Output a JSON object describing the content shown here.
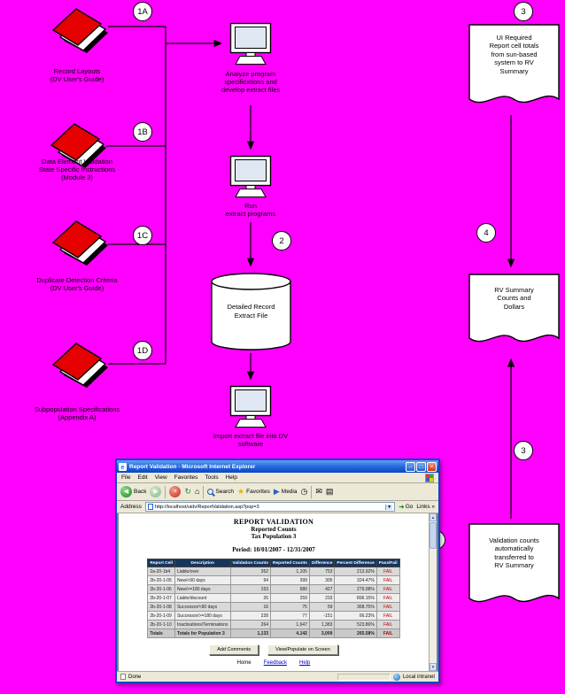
{
  "palette": {
    "background": "#ff00ff",
    "book_red": "#e60000",
    "table_header_navy": "#16365c",
    "fail_red": "#c00000",
    "titlebar_blue": "#0a46c8"
  },
  "flow": {
    "badges": {
      "b1a": "1A",
      "b1b": "1B",
      "b1c": "1C",
      "b1d": "1D",
      "b2": "2",
      "b3_top": "3",
      "b4": "4",
      "b3_mid": "3"
    },
    "books": [
      {
        "label": "Record Layouts\n(DV User's Guide)"
      },
      {
        "label": "Data Element Validation\nState Specific Instructions\n(Module 3)"
      },
      {
        "label": "Duplicate Detection Criteria\n(DV User's Guide)"
      },
      {
        "label": "Subpopulation Specifications\n(Appendix A)"
      }
    ],
    "steps": {
      "analyze": "Analyze program\nspecifications and\ndevelop extract files",
      "run": "Run\nextract programs",
      "extract": "Detailed Record\nExtract File",
      "import": "Import extract file into DV\nsoftware"
    },
    "docs": [
      {
        "label": "UI Required\nReport cell totals\nfrom sun-based\nsystem to RV\nSummary"
      },
      {
        "label": "RV Summary\nCounts and\nDollars"
      },
      {
        "label": "Validation counts\nautomatically\ntransferred to\nRV Summary"
      }
    ]
  },
  "browser": {
    "title": "Report Validation - Microsoft Internet Explorer",
    "window_buttons": {
      "minimize": "–",
      "maximize": "□",
      "close": "×"
    },
    "menu": [
      "File",
      "Edit",
      "View",
      "Favorites",
      "Tools",
      "Help"
    ],
    "toolbar": {
      "back": "Back",
      "search": "Search",
      "favorites": "Favorites",
      "media": "Media"
    },
    "address": {
      "label": "Address",
      "url": "http://localhost/uidv/ReportValidation.asp?pop=3",
      "go": "Go",
      "links": "Links"
    },
    "page": {
      "title": "REPORT VALIDATION",
      "subtitle": "Reported Counts",
      "population": "Tax Population 3",
      "period": "Period:  10/01/2007 - 12/31/2007",
      "table": {
        "headers": [
          "Report Cell",
          "Description",
          "Validation Counts",
          "Reported Counts",
          "Difference",
          "Percent Difference",
          "Pass/Fail"
        ],
        "rows": [
          [
            "2a-20-1b4",
            "Liable/over",
            "352",
            "1,105",
            "753",
            "213.92%",
            "FAIL"
          ],
          [
            "2b-20-1-05",
            "New/<90 days",
            "94",
            "399",
            "305",
            "324.47%",
            "FAIL"
          ],
          [
            "2b-20-1-06",
            "New/>=180 days",
            "153",
            "580",
            "427",
            "279.08%",
            "FAIL"
          ],
          [
            "2b-20-1-07",
            "Liable/discount",
            "26",
            "259",
            "233",
            "896.15%",
            "FAIL"
          ],
          [
            "2b-20-1-08",
            "Successor/<90 days",
            "16",
            "75",
            "59",
            "368.75%",
            "FAIL"
          ],
          [
            "2b-20-1-09",
            "Successor/>=180 days",
            "228",
            "77",
            "-151",
            "66.23%",
            "FAIL"
          ],
          [
            "2b-20-1-10",
            "Inactivations/Terminations",
            "264",
            "1,647",
            "1,383",
            "523.86%",
            "FAIL"
          ],
          [
            "Totals",
            "Totals for Population 3",
            "1,133",
            "4,142",
            "3,009",
            "265.58%",
            "FAIL"
          ]
        ]
      },
      "buttons": [
        "Add Comments",
        "View/Populate on Screen"
      ],
      "links": [
        "Home",
        "Feedback",
        "Help"
      ]
    },
    "status": {
      "left": "Done",
      "right": "Local intranet"
    }
  }
}
